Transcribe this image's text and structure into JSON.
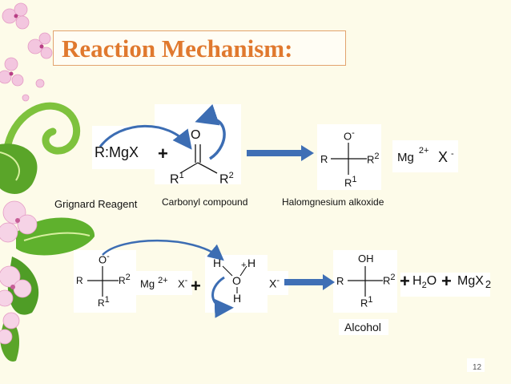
{
  "slide": {
    "title": "Reaction Mechanism:",
    "page_number": "12"
  },
  "step1": {
    "reagent": "R:MgX",
    "plus1": "+",
    "carbonyl_O": "O",
    "carbonyl_R1": "R",
    "carbonyl_R1_sup": "1",
    "carbonyl_R2": "R",
    "carbonyl_R2_sup": "2",
    "caption_reagent": "Grignard Reagent",
    "caption_carbonyl": "Carbonyl compound",
    "alkoxide_O": "O",
    "alkoxide_O_sup": "-",
    "alkoxide_R": "R",
    "alkoxide_R2": "R",
    "alkoxide_R2_sup": "2",
    "alkoxide_R1": "R",
    "alkoxide_R1_sup": "1",
    "caption_alkoxide": "Halomgnesium alkoxide",
    "mg": "Mg",
    "mg_sup": "2+",
    "x": "X",
    "x_sup": "-"
  },
  "step2": {
    "alkoxide_O": "O",
    "alkoxide_O_sup": "-",
    "alkoxide_R": "R",
    "alkoxide_R2": "R",
    "alkoxide_R2_sup": "2",
    "alkoxide_R1": "R",
    "alkoxide_R1_sup": "1",
    "mg": "Mg",
    "mg_sup": "2+",
    "x": "X",
    "x_sup": "-",
    "plus1": "+",
    "h_left": "H",
    "h_right": "H",
    "o_plus": "+",
    "o": "O",
    "h_bottom": "H",
    "x2": "X",
    "x2_sup": "-",
    "alcohol_OH": "OH",
    "alcohol_R": "R",
    "alcohol_R2": "R",
    "alcohol_R2_sup": "2",
    "alcohol_R1": "R",
    "alcohol_R1_sup": "1",
    "plus2": "+",
    "h2o": "H",
    "h2o_sub": "2",
    "h2o_end": "O",
    "plus3": "+",
    "mgx2": "MgX",
    "mgx2_sub": "2",
    "caption_alcohol": "Alcohol"
  },
  "colors": {
    "title": "#e0792e",
    "title_border": "#e2a36e",
    "arrow_blue": "#3c6db3",
    "background": "#fdfbe9"
  }
}
